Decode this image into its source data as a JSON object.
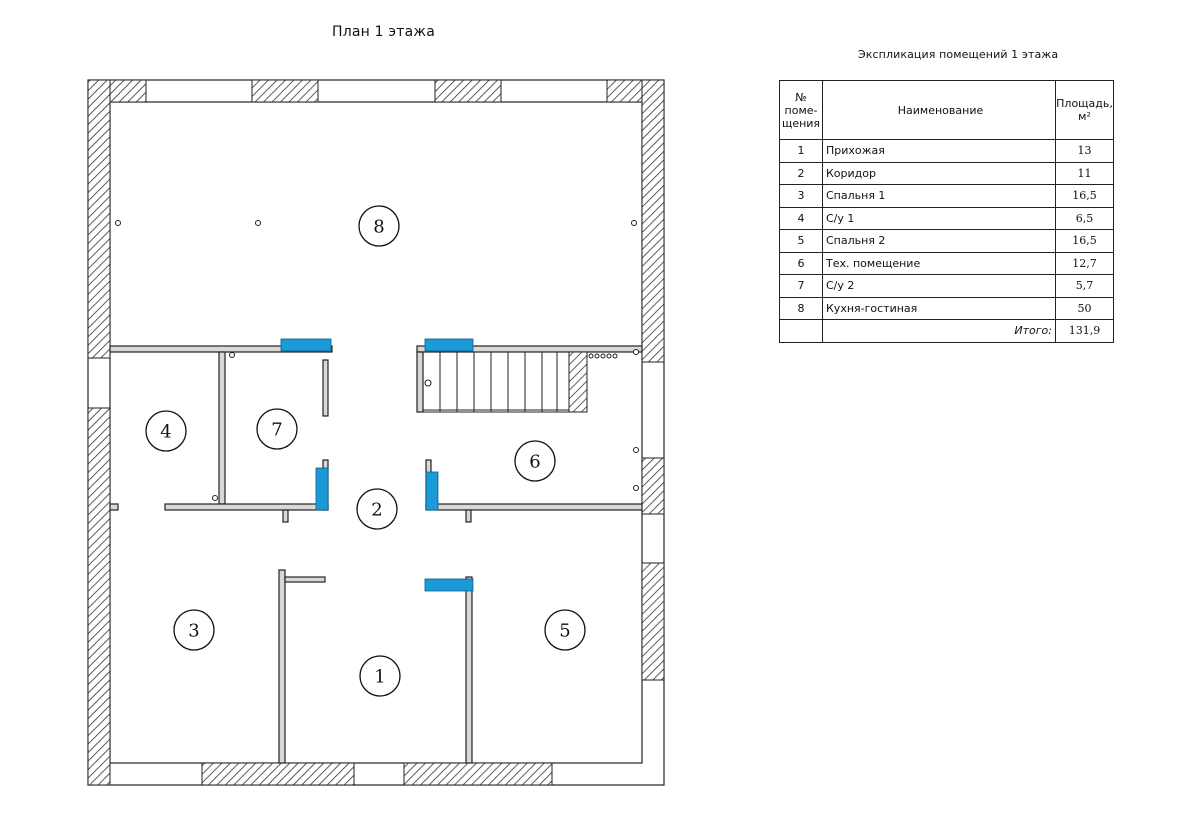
{
  "plan": {
    "title": "План 1 этажа",
    "room_labels": [
      "1",
      "2",
      "3",
      "4",
      "5",
      "6",
      "7",
      "8"
    ]
  },
  "explication": {
    "title": "Экспликация помещений 1 этажа",
    "headers": {
      "number": "№ поме-щения",
      "name": "Наименование",
      "area": "Площадь, м²"
    },
    "rows": [
      {
        "num": "1",
        "name": "Прихожая",
        "area": "13"
      },
      {
        "num": "2",
        "name": "Коридор",
        "area": "11"
      },
      {
        "num": "3",
        "name": "Спальня 1",
        "area": "16,5"
      },
      {
        "num": "4",
        "name": "С/у 1",
        "area": "6,5"
      },
      {
        "num": "5",
        "name": "Спальня 2",
        "area": "16,5"
      },
      {
        "num": "6",
        "name": "Тех. помещение",
        "area": "12,7"
      },
      {
        "num": "7",
        "name": "С/у 2",
        "area": "5,7"
      },
      {
        "num": "8",
        "name": "Кухня-гостиная",
        "area": "50"
      }
    ],
    "total_label": "Итого:",
    "total_value": "131,9"
  },
  "colors": {
    "accent_blue": "#1a9ad6",
    "hatch": "#333333"
  }
}
